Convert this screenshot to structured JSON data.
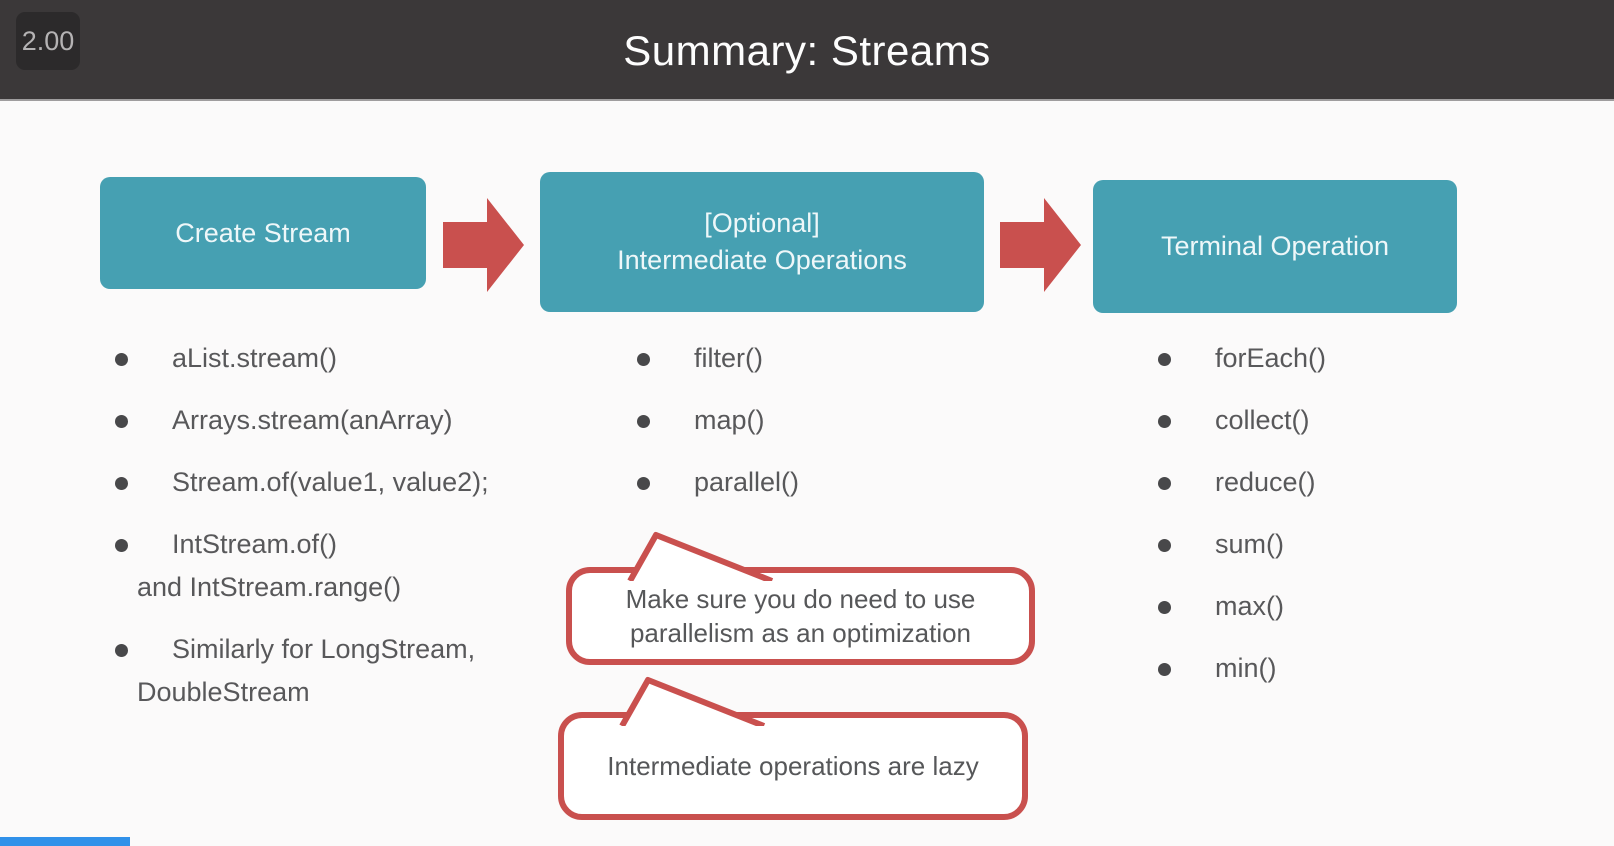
{
  "colors": {
    "header_bg": "#3b3839",
    "badge_bg": "#2c2a2b",
    "accent_teal": "#46a0b2",
    "accent_red": "#c9504e",
    "text_dark": "#58585a",
    "slide_bg": "#fbfafa",
    "progress_blue": "#3091e9"
  },
  "header": {
    "speed_badge": "2.00",
    "title": "Summary: Streams"
  },
  "flow": {
    "boxes": [
      {
        "lines": [
          "Create Stream"
        ]
      },
      {
        "lines": [
          "[Optional]",
          "Intermediate Operations"
        ]
      },
      {
        "lines": [
          "Terminal Operation"
        ]
      }
    ]
  },
  "columns": [
    {
      "name": "create-stream",
      "items": [
        {
          "text": "aList.stream()"
        },
        {
          "text": "Arrays.stream(anArray)"
        },
        {
          "text": "Stream.of(value1, value2);"
        },
        {
          "text": "IntStream.of()",
          "continuation": "and IntStream.range()"
        },
        {
          "text": "Similarly for LongStream,",
          "continuation": "DoubleStream"
        }
      ]
    },
    {
      "name": "intermediate-operations",
      "items": [
        {
          "text": "filter()"
        },
        {
          "text": "map()"
        },
        {
          "text": "parallel()"
        }
      ]
    },
    {
      "name": "terminal-operations",
      "items": [
        {
          "text": "forEach()"
        },
        {
          "text": "collect()"
        },
        {
          "text": "reduce()"
        },
        {
          "text": "sum()"
        },
        {
          "text": "max()"
        },
        {
          "text": "min()"
        }
      ]
    }
  ],
  "callouts": [
    {
      "lines": [
        "Make sure you do need to use",
        "parallelism as an optimization"
      ]
    },
    {
      "lines": [
        "Intermediate operations are lazy"
      ]
    }
  ]
}
